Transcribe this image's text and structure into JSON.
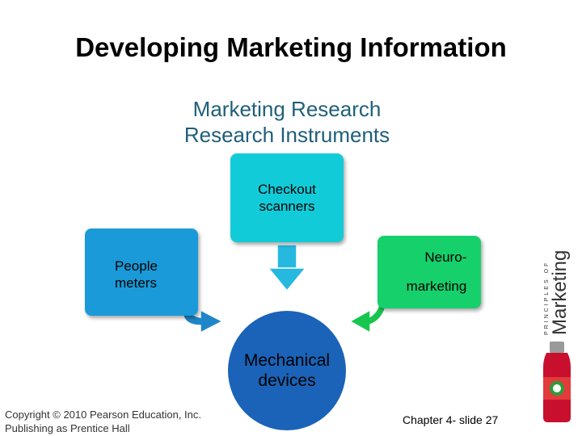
{
  "slide": {
    "title": "Developing Marketing Information",
    "subtitle_line1": "Marketing Research",
    "subtitle_line2": "Research Instruments"
  },
  "diagram": {
    "checkout": {
      "line1": "Checkout",
      "line2": "scanners",
      "color": "#12cbd8"
    },
    "people": {
      "line1": "People",
      "line2": "meters",
      "color": "#1a9ad8"
    },
    "neuro": {
      "line1": "Neuro-",
      "line2": "marketing",
      "color": "#16d06c"
    },
    "mechanical": {
      "line1": "Mechanical",
      "line2": "devices",
      "color": "#1a63b8"
    },
    "arrow_color_down": "#27b8e0",
    "arrow_color_left": "#1f86c9",
    "arrow_color_right": "#16c64f"
  },
  "footer": {
    "copyright_line1": "Copyright © 2010 Pearson Education, Inc.",
    "copyright_line2": "Publishing as Prentice Hall",
    "chapter_slide": "Chapter 4- slide 27"
  },
  "branding": {
    "series_text": "PRINCIPLES OF",
    "book_title": "Marketing",
    "icon": "bottle-image"
  }
}
